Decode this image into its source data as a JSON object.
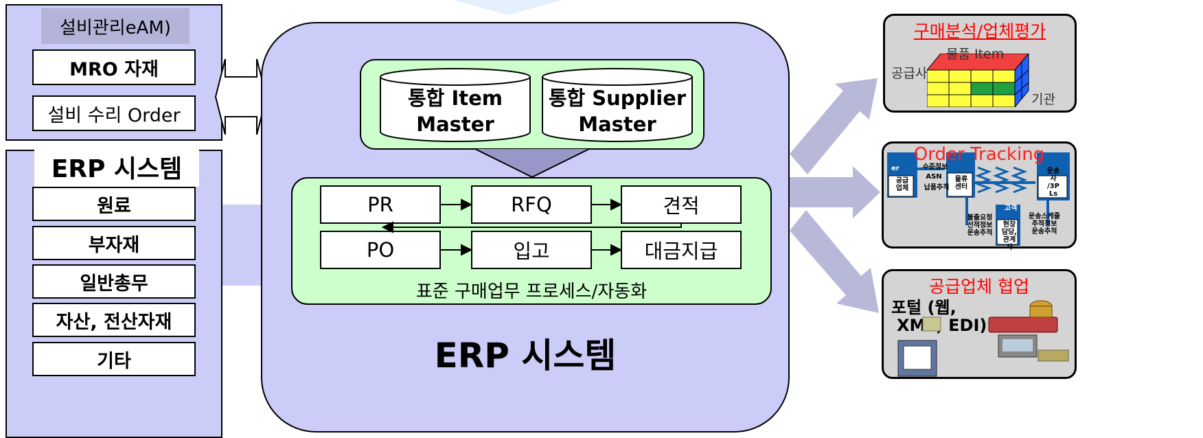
{
  "eam_panel": {
    "title": "설비관리eAM)",
    "items": [
      "MRO 자재",
      "설비 수리 Order"
    ]
  },
  "erp_left": {
    "title": "ERP 시스템",
    "items": [
      "원료",
      "부자재",
      "일반총무",
      "자산, 전산자재",
      "기타"
    ]
  },
  "erp_main": {
    "title": "ERP 시스템",
    "masters": [
      {
        "line1": "통합 Item",
        "line2": "Master"
      },
      {
        "line1": "통합 Supplier",
        "line2": "Master"
      }
    ],
    "process": {
      "steps_row1": [
        "PR",
        "RFQ",
        "견적"
      ],
      "steps_row2": [
        "PO",
        "입고",
        "대금지급"
      ],
      "caption": "표준 구매업무 프로세스/자동화"
    }
  },
  "right": {
    "analysis": {
      "title": "구매분석/업체평가",
      "axis_item": "물품 Item",
      "axis_supplier": "공급사",
      "axis_org": "기관"
    },
    "tracking": {
      "title": "Order Tracking",
      "nodes": [
        "er",
        "공급\n업체",
        "ASN",
        "납품추적",
        "물류\n센터",
        "운송\n사\n/3P\nLs",
        "현장\n담당,\n관계\n사"
      ],
      "labels": [
        "수준정보",
        "불출요청\n선적정보\n운송추적",
        "운송스케줄\n추적정보\n운송추적",
        "고객"
      ]
    },
    "collab": {
      "title": "공급업체 협업",
      "portal": "포털 (웹,",
      "portal2": "XML, EDI)"
    }
  },
  "colors": {
    "panel_fill": "#ccccf8",
    "green_fill": "#ccffcc",
    "accent_red": "#ff0000",
    "gray_panel": "#d4d4d4"
  }
}
